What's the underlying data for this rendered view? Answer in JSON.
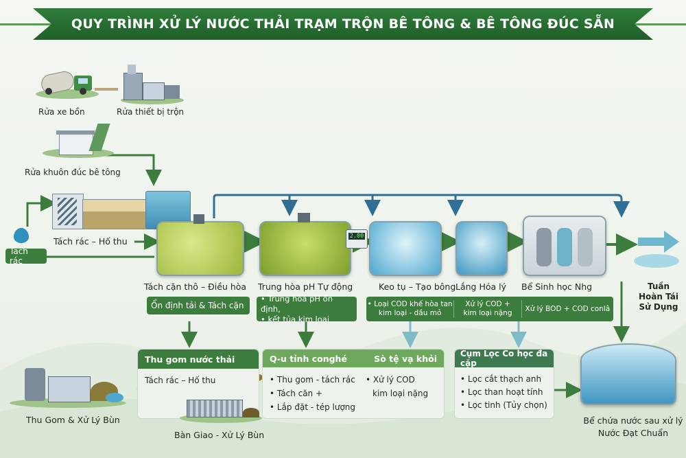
{
  "title": "QUY TRÌNH XỬ LÝ NƯỚC THẢI TRẠM TRỘN BÊ TÔNG & BÊ TÔNG ĐÚC SẴN",
  "sources": {
    "truck_wash": "Rửa xe bồn",
    "mixer_wash": "Rửa thiết bị trộn",
    "mold_wash": "Rửa khuôn đúc bê tông"
  },
  "trash_filter": {
    "side_label": "Tách rác",
    "label": "Tách rác – Hố thu"
  },
  "stages": [
    {
      "name": "Tách cặn thô – Điều hòa",
      "desc": "Ổn định tải & Tách cặn"
    },
    {
      "name": "Trung hòa pH Tự động",
      "desc_lines": [
        "• Trung hòa pH ổn định,",
        "• kết tủa kim loại"
      ],
      "meter": "2.00"
    },
    {
      "name": "Keo tụ – Tạo bông"
    },
    {
      "name": "Lắng Hóa lý"
    },
    {
      "name": "Bể Sinh học Nhg"
    }
  ],
  "treatment_bar": [
    "• Loại COD khế hòa tan\nkim loại - dầu mỏ",
    "Xử lý COD +\nkim loại nặng",
    "Xử lý BOD + COD conlâ"
  ],
  "reuse": {
    "lines": [
      "Tuần",
      "Hoàn Tái",
      "Sử Dụng"
    ]
  },
  "collection_panel": {
    "header": "Thu gom nước thải",
    "line": "Tách rác – Hố thu"
  },
  "process_panel": {
    "header_left": "Q-u tỉnh conghé",
    "header_right": "Sò tệ vạ khỏi",
    "left_items": [
      "• Thu gom - tách rác",
      "• Tách căn  +",
      "• Lắp đặt - tép lượng"
    ],
    "right_items": [
      "• Xử lý COD",
      "kim loại nặng"
    ]
  },
  "filter_panel": {
    "header": "Cụm Lọc Co học đa cặp",
    "items": [
      "• Lọc cắt thạch anh",
      "• Lọc than hoạt tính",
      "• Lọc tinh (Tủy chọn)"
    ]
  },
  "sludge": {
    "collect": "Thu Gom & Xử Lý Bùn",
    "handover": "Bàn Giao - Xử Lý Bùn"
  },
  "final_tank": {
    "lines": [
      "Bể chứa nước sau xử lý",
      "Nước Đạt Chuẩn"
    ]
  },
  "colors": {
    "brand_green": "#2f7d3a",
    "flow_blue": "#2f6f95",
    "flow_olive": "#8a7a3a"
  }
}
